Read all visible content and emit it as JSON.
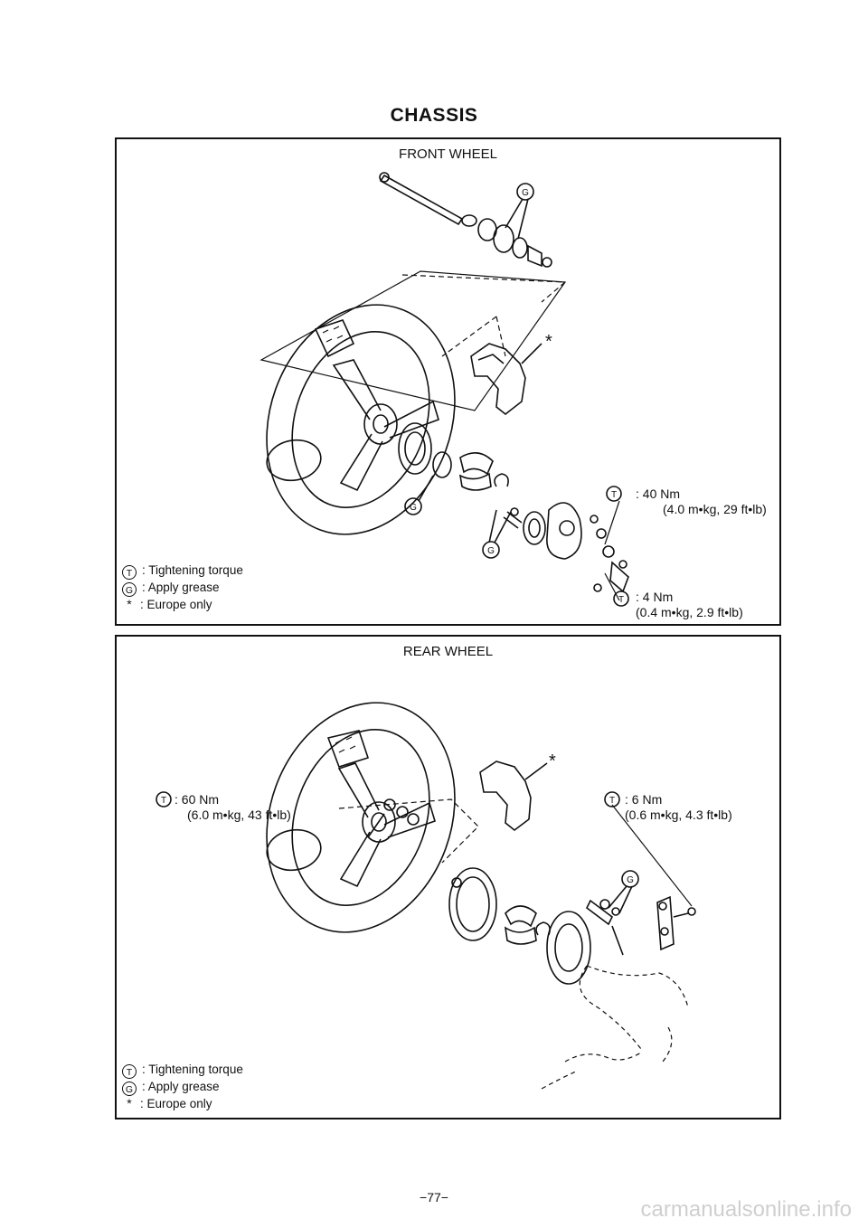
{
  "page": {
    "title": "CHASSIS",
    "page_number": "−77−",
    "watermark": "carmanualsonline.info"
  },
  "front_wheel": {
    "title": "FRONT WHEEL",
    "legend": [
      {
        "symbol": "T",
        "text": ": Tightening torque"
      },
      {
        "symbol": "G",
        "text": ": Apply grease"
      },
      {
        "symbol": "*",
        "text": ": Europe only"
      }
    ],
    "specs": [
      {
        "symbol": "T",
        "line1": ": 40 Nm",
        "line2": "(4.0 m•kg, 29 ft•lb)"
      },
      {
        "symbol": "T",
        "line1": ": 4 Nm",
        "line2": "(0.4 m•kg, 2.9 ft•lb)"
      }
    ],
    "callouts": [
      "G",
      "G",
      "G",
      "*"
    ]
  },
  "rear_wheel": {
    "title": "REAR WHEEL",
    "legend": [
      {
        "symbol": "T",
        "text": ": Tightening torque"
      },
      {
        "symbol": "G",
        "text": ": Apply grease"
      },
      {
        "symbol": "*",
        "text": ": Europe only"
      }
    ],
    "specs": [
      {
        "symbol": "T",
        "line1": ": 60 Nm",
        "line2": "(6.0 m•kg, 43 ft•lb)"
      },
      {
        "symbol": "T",
        "line1": ": 6 Nm",
        "line2": "(0.6 m•kg, 4.3 ft•lb)"
      }
    ],
    "callouts": [
      "G",
      "*"
    ]
  }
}
